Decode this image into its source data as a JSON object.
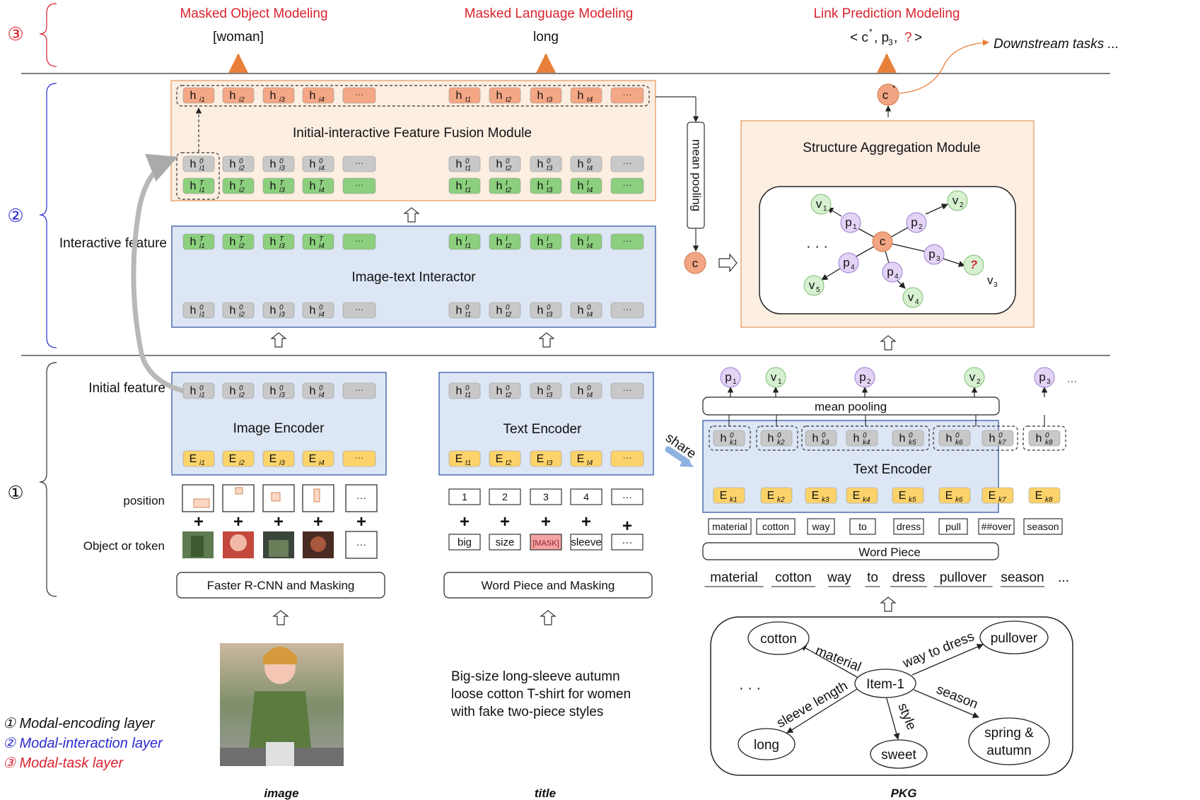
{
  "layers": {
    "task_marker": "③",
    "interaction_marker": "②",
    "encoding_marker": "①"
  },
  "tasks": {
    "mom": {
      "title": "Masked Object Modeling",
      "output": "[woman]"
    },
    "mlm": {
      "title": "Masked Language Modeling",
      "output": "long"
    },
    "lpm": {
      "title": "Link Prediction Modeling"
    },
    "downstream": "Downstream tasks ..."
  },
  "modules": {
    "fusion": "Initial-interactive Feature Fusion Module",
    "interactor": "Image-text Interactor",
    "structure": "Structure Aggregation Module",
    "image_encoder": "Image Encoder",
    "text_encoder": "Text Encoder",
    "pkg_text_encoder": "Text Encoder",
    "mean_pooling_vertical": "mean pooling",
    "mean_pooling_horizontal": "mean pooling",
    "word_piece": "Word Piece",
    "faster_rcnn": "Faster R-CNN and Masking",
    "word_piece_masking": "Word Piece and Masking",
    "share": "share"
  },
  "labels": {
    "interactive_feature": "Interactive feature",
    "initial_feature": "Initial feature",
    "position": "position",
    "object_or_token": "Object or token",
    "ellipsis": "···",
    "dots": "· · ·",
    "plus": "+"
  },
  "text_tokens": [
    "big",
    "size",
    "[MASK]",
    "sleeve",
    "···"
  ],
  "text_positions": [
    "1",
    "2",
    "3",
    "4",
    "···"
  ],
  "pkg_tokens": [
    "material",
    "cotton",
    "way",
    "to",
    "dress",
    "pull",
    "##over",
    "season"
  ],
  "pkg_words": [
    "material",
    "cotton",
    "way",
    "to",
    "dress",
    "pullover",
    "season",
    "..."
  ],
  "title_text": [
    "Big-size long-sleeve autumn",
    "loose cotton T-shirt for women",
    "with fake two-piece styles"
  ],
  "pkg_graph": {
    "center": "Item-1",
    "nodes": [
      "cotton",
      "pullover",
      "long",
      "sweet",
      "spring &",
      "autumn"
    ],
    "relations": [
      "material",
      "way to dress",
      "sleeve length",
      "style",
      "season"
    ]
  },
  "legend": {
    "encoding": "① Modal-encoding layer",
    "interaction": "② Modal-interaction layer",
    "task": "③ Modal-task layer"
  },
  "captions": {
    "image": "image",
    "title": "title",
    "pkg": "PKG"
  },
  "colors": {
    "task_red": "#d9232e",
    "interaction_blue": "#2b2bd0",
    "fusion_bg": "#fdeee2",
    "fusion_border": "#e9a775",
    "encoder_bg": "#dce6f4",
    "encoder_border": "#4f6fb0",
    "token_salmon": "#f4a784",
    "token_gray": "#c8c8c8",
    "token_green": "#8ccf7e",
    "token_yellow": "#fcd36a",
    "node_green": "#d6f0d0",
    "node_purple": "#e3d3f5",
    "node_orange": "#f2a582",
    "arrow_orange": "#e8803a"
  }
}
